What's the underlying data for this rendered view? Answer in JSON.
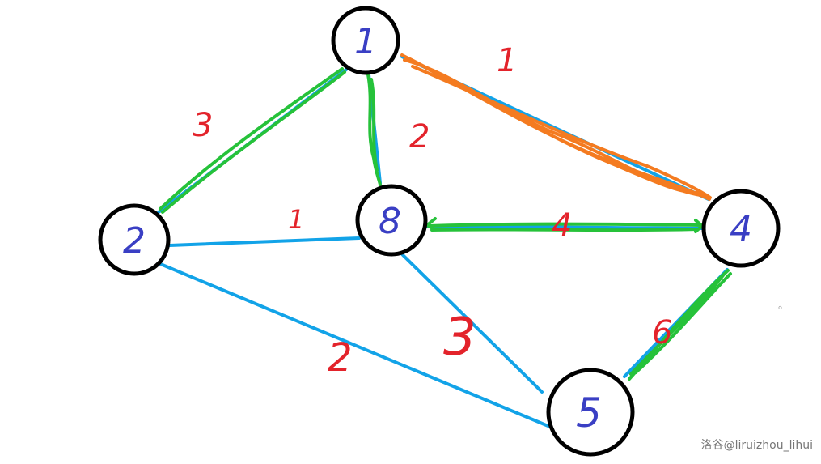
{
  "graph": {
    "nodes": [
      {
        "id": "n1",
        "label": "1"
      },
      {
        "id": "n2",
        "label": "2"
      },
      {
        "id": "n3",
        "label": "8"
      },
      {
        "id": "n4",
        "label": "4"
      },
      {
        "id": "n5",
        "label": "5"
      }
    ],
    "edges": [
      {
        "id": "e12",
        "from": "1",
        "to": "2",
        "weight": "3",
        "highlight": "green"
      },
      {
        "id": "e13",
        "from": "1",
        "to": "8",
        "weight": "2",
        "highlight": "green"
      },
      {
        "id": "e14",
        "from": "1",
        "to": "4",
        "weight": "1",
        "highlight": "orange"
      },
      {
        "id": "e23",
        "from": "2",
        "to": "8",
        "weight": "1",
        "highlight": "none"
      },
      {
        "id": "e25",
        "from": "2",
        "to": "5",
        "weight": "2",
        "highlight": "none"
      },
      {
        "id": "e34",
        "from": "8",
        "to": "4",
        "weight": "4",
        "highlight": "green"
      },
      {
        "id": "e35",
        "from": "8",
        "to": "5",
        "weight": "3",
        "highlight": "none"
      },
      {
        "id": "e45",
        "from": "4",
        "to": "5",
        "weight": "6",
        "highlight": "green"
      }
    ]
  },
  "colors": {
    "edge": "#12a3e8",
    "green": "#26c23a",
    "orange": "#f47b20",
    "weight": "#e3232b",
    "node_label": "#3a3fc4",
    "node_outline": "#000000"
  },
  "watermark": "洛谷@liruizhou_lihui",
  "dot": "。"
}
